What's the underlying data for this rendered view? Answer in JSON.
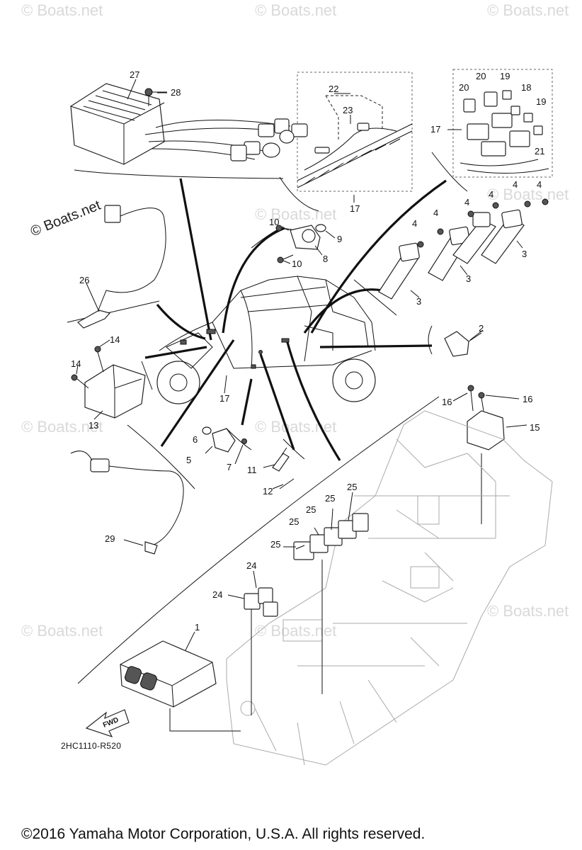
{
  "watermarks": [
    "© Boats.net",
    "© Boats.net",
    "© Boats.net",
    "© Boats.net",
    "© Boats.net",
    "© Boats.net",
    "© Boats.net",
    "© Boats.net",
    "© Boats.net",
    "© Boats.net"
  ],
  "side_watermark": "© Boats.net",
  "callouts": {
    "c1": "1",
    "c2": "2",
    "c3a": "3",
    "c3b": "3",
    "c3c": "3",
    "c4a": "4",
    "c4b": "4",
    "c4c": "4",
    "c4d": "4",
    "c4e": "4",
    "c4f": "4",
    "c5": "5",
    "c6": "6",
    "c7": "7",
    "c8": "8",
    "c9": "9",
    "c10a": "10",
    "c10b": "10",
    "c11": "11",
    "c12": "12",
    "c13": "13",
    "c14a": "14",
    "c14b": "14",
    "c15": "15",
    "c16a": "16",
    "c16b": "16",
    "c17a": "17",
    "c17b": "17",
    "c17c": "17",
    "c18": "18",
    "c19a": "19",
    "c19b": "19",
    "c20a": "20",
    "c20b": "20",
    "c21": "21",
    "c22": "22",
    "c23": "23",
    "c24a": "24",
    "c24b": "24",
    "c25a": "25",
    "c25b": "25",
    "c25c": "25",
    "c25d": "25",
    "c25e": "25",
    "c26": "26",
    "c27": "27",
    "c28": "28",
    "c29": "29"
  },
  "fwd_label": "FWD",
  "diagram_code": "2HC1110-R520",
  "copyright": "©2016 Yamaha Motor Corporation, U.S.A. All rights reserved."
}
